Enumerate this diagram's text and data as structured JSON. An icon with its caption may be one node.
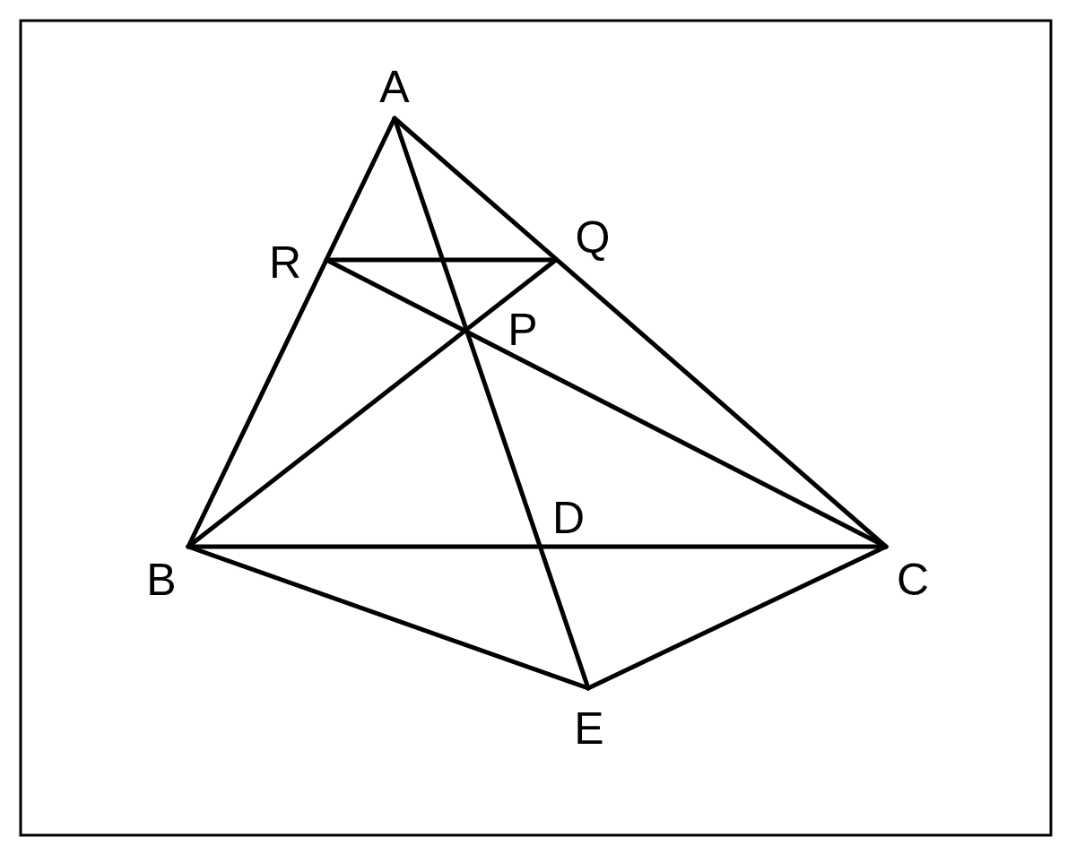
{
  "diagram": {
    "labels": [
      "A",
      "Q",
      "R",
      "P",
      "D",
      "B",
      "C",
      "E"
    ]
  }
}
